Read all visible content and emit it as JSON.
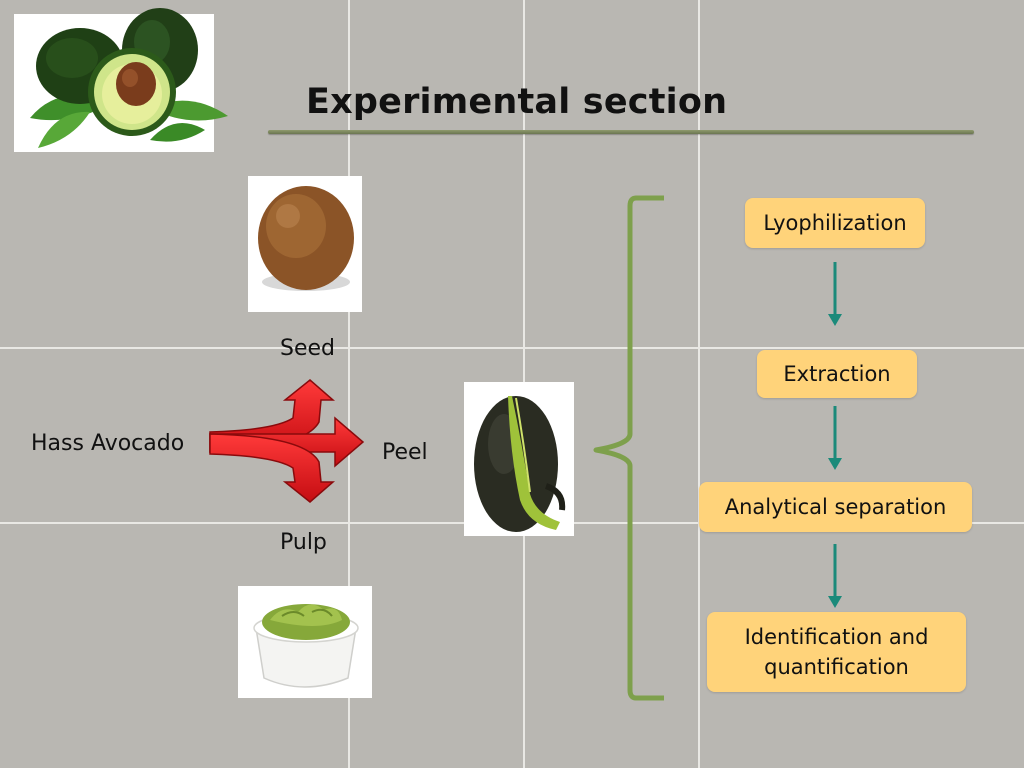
{
  "slide": {
    "title": "Experimental section",
    "source_label": "Hass Avocado",
    "parts": {
      "seed": "Seed",
      "peel": "Peel",
      "pulp": "Pulp"
    },
    "steps": [
      "Lyophilization",
      "Extraction",
      "Analytical separation",
      "Identification and quantification"
    ]
  },
  "colors": {
    "background": "#b9b7b2",
    "step_box": "#ffd37a",
    "step_arrow": "#1b8a7a",
    "brace": "#7ea04c",
    "split_arrow": "#e4141b"
  },
  "icons": [
    "avocado-logo-icon",
    "seed-photo",
    "peel-photo",
    "pulp-bowl-photo"
  ]
}
